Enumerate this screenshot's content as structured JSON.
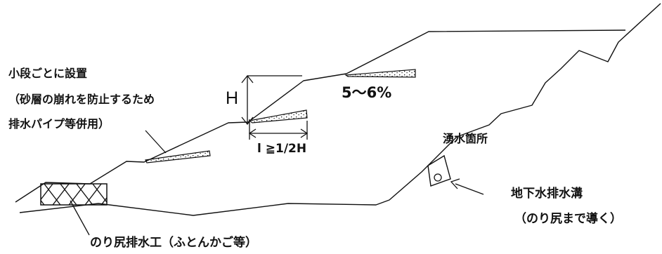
{
  "labels": {
    "small_step": "小段ごとに設置",
    "sand_layer_line1": "（砂層の崩れを防止するため",
    "sand_layer_line2": "排水パイプ等併用）",
    "height_symbol": "H",
    "length_rule": "l ≧1/2H",
    "gradient": "5～6%",
    "spring": "湧水箇所",
    "underground_drain": "地下水排水溝",
    "underground_drain_note": "（のり尻まで導く）",
    "toe_drain": "のり尻排水工（ふとんかご等）"
  },
  "colors": {
    "line": "#111111",
    "background": "#ffffff"
  }
}
